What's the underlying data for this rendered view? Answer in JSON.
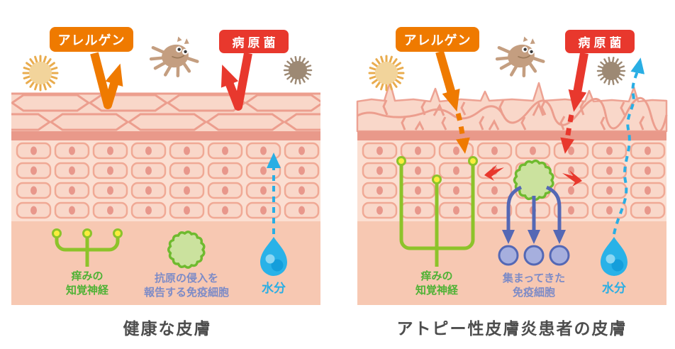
{
  "left": {
    "allergen_badge": "アレルゲン",
    "pathogen_badge": "病原菌",
    "nerve_label": "痒みの\n知覚神経",
    "immune_label": "抗原の侵入を\n報告する免疫細胞",
    "water_label": "水分",
    "title": "健康な皮膚"
  },
  "right": {
    "allergen_badge": "アレルゲン",
    "pathogen_badge": "病原菌",
    "nerve_label": "痒みの\n知覚神経",
    "immune_label": "集まってきた\n免疫細胞",
    "water_label": "水分",
    "title": "アトピー性皮膚炎患者の皮膚"
  },
  "icons": [
    {
      "name": "pollen-icon",
      "color": "#F2D49B"
    },
    {
      "name": "dust-mite-icon",
      "color": "#C49E80"
    },
    {
      "name": "germ-icon",
      "color": "#9D8974"
    },
    {
      "name": "itch-nerve-icon",
      "color": "#8DC32A"
    },
    {
      "name": "immune-cell-icon",
      "color": "#CBE29E"
    },
    {
      "name": "gathered-immune-cells-icon",
      "color": "#A6AFDE"
    },
    {
      "name": "water-drop-icon",
      "color": "#29B2E8"
    }
  ],
  "colors": {
    "allergen_orange": "#EF7A00",
    "pathogen_red": "#E8382D",
    "nerve_green": "#4FB235",
    "immune_indigo": "#7D8BC7",
    "water_blue": "#29AEE4",
    "title_gray": "#4D4D4D",
    "skin_light": "#F9D7C9",
    "skin_outline": "#EC9E8E",
    "barrier_band": "#E9998A",
    "cell_layer_bg": "#FBDFD2",
    "dermis": "#F7C8B2"
  }
}
